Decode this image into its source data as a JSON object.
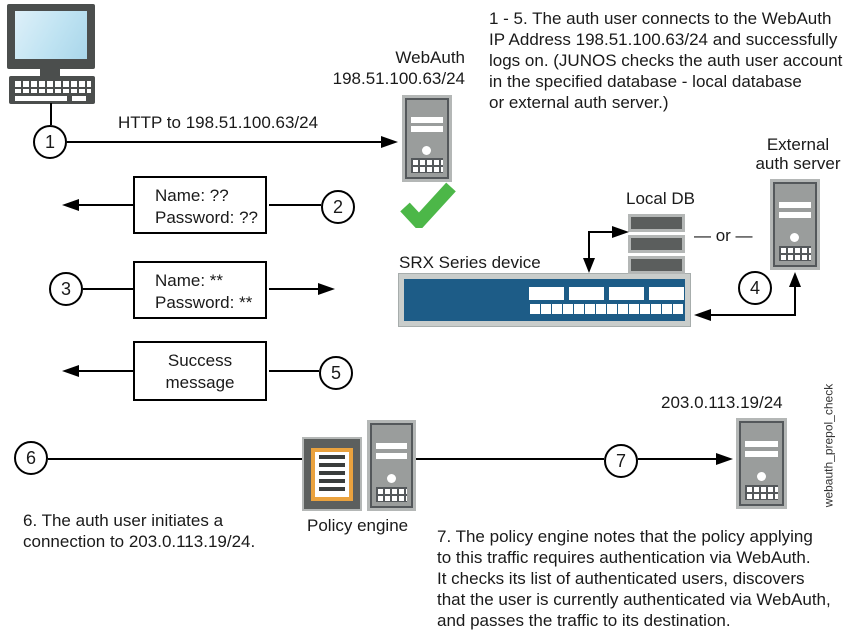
{
  "arrows": {
    "http_label": "HTTP to 198.51.100.63/24"
  },
  "webauth": {
    "name": "WebAuth",
    "ip": "198.51.100.63/24"
  },
  "steps": {
    "step1": "1",
    "step2": "2",
    "step3": "3",
    "step4": "4",
    "step5": "5",
    "step6": "6",
    "step7": "7"
  },
  "boxes": {
    "credentials_prompt": {
      "line1": "Name: ??",
      "line2": "Password: ??"
    },
    "credentials_entry": {
      "line1": "Name: **",
      "line2": "Password: **"
    },
    "success": {
      "line1": "Success",
      "line2": "message"
    }
  },
  "srx": {
    "label": "SRX Series device"
  },
  "local_db": {
    "label": "Local DB"
  },
  "or_label": "— or —",
  "external_auth": {
    "label": "External\nauth server"
  },
  "policy_engine": {
    "label": "Policy engine"
  },
  "destination": {
    "ip": "203.0.113.19/24"
  },
  "notes": {
    "note_1_5": "1 - 5. The auth user connects to the WebAuth\nIP Address 198.51.100.63/24 and successfully\nlogs on. (JUNOS checks the auth user account\nin the specified database - local database\nor external auth server.)",
    "note_6": "6. The auth user initiates a\nconnection to 203.0.113.19/24.",
    "note_7": "7. The policy engine notes that the policy applying\nto this traffic requires authentication via WebAuth.\nIt checks its list of authenticated users, discovers\nthat the user is currently authenticated via WebAuth,\nand passes the traffic to its destination."
  },
  "watermark": "webauth_prepol_check",
  "colors": {
    "srx_blue": "#1d5c87",
    "check_green": "#4cb748",
    "policy_orange": "#eaa23e",
    "screen_blue": "#bfe3f2"
  }
}
